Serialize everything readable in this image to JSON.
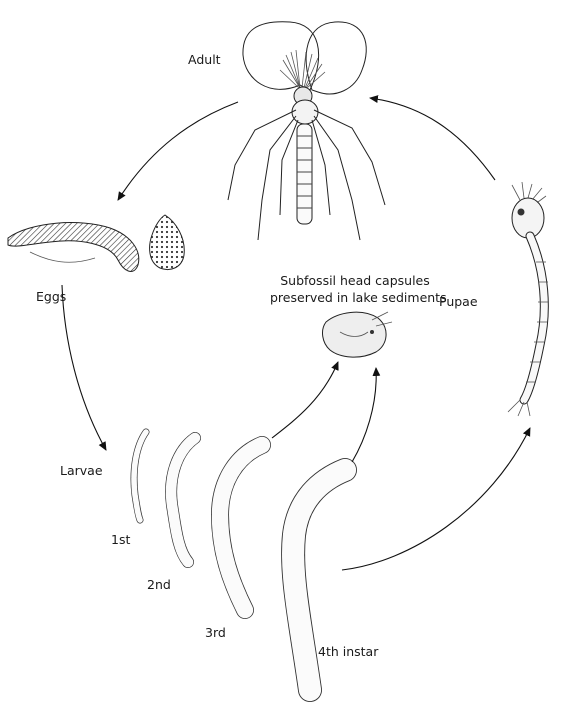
{
  "labels": {
    "adult": "Adult",
    "eggs": "Eggs",
    "pupae": "Pupae",
    "larvae": "Larvae",
    "subfossil_line1": "Subfossil head capsules",
    "subfossil_line2": "preserved in lake sediments",
    "instar_1": "1st",
    "instar_2": "2nd",
    "instar_3": "3rd",
    "instar_4": "4th instar"
  }
}
